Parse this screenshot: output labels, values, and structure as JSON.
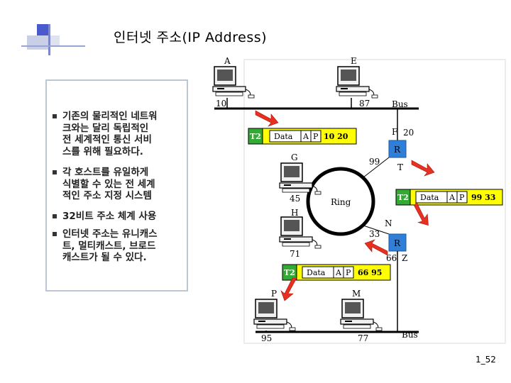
{
  "slide": {
    "title": "인터넷 주소(IP Address)",
    "page_number": "1_52",
    "bullets": [
      "기존의 물리적인 네트워\n크와는 달리 독립적인\n전 세계적인 통신 서비\n스를 위해 필요하다.",
      "각 호스트를 유일하게\n식별할 수 있는 전 세계\n적인 주소 지정 시스템",
      "32비트 주소 체계 사용",
      "인터넷 주소는 유니캐스\n트, 멀티캐스트, 브로드\n캐스트가 될 수 있다."
    ]
  },
  "diagram": {
    "hosts": {
      "a": "A",
      "e": "E",
      "g": "G",
      "h": "H",
      "p": "P",
      "m": "M"
    },
    "addresses": {
      "a": "10",
      "e": "87",
      "g": "99",
      "g2": "45",
      "h": "71",
      "h2": "33",
      "r1_top": "20",
      "r2_bottom": "66",
      "p": "95",
      "m": "77"
    },
    "bus_top": "Bus",
    "bus_bottom": "Bus",
    "ring": "Ring",
    "router1": {
      "letter": "R",
      "left": "F",
      "bottom": "T"
    },
    "router2": {
      "letter": "R",
      "top": "N",
      "right": "Z"
    },
    "packets": {
      "p1": {
        "t2": "T2",
        "data": "Data",
        "a": "A",
        "p": "P",
        "nums": "10  20"
      },
      "p2": {
        "t2": "T2",
        "data": "Data",
        "a": "A",
        "p": "P",
        "nums": "99  33"
      },
      "p3": {
        "t2": "T2",
        "data": "Data",
        "a": "A",
        "p": "P",
        "nums": "66  95"
      }
    },
    "colors": {
      "yellow": "#ffff00",
      "green": "#33aa33",
      "router_blue": "#2f7fd8",
      "arrow_red": "#e83020"
    }
  }
}
